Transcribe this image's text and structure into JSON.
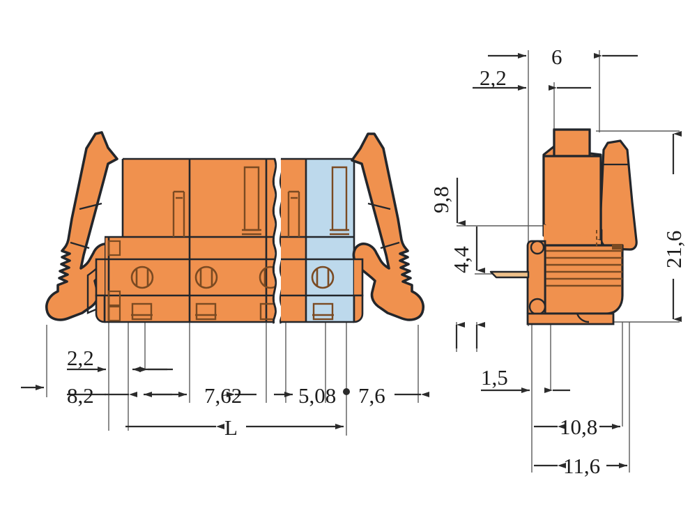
{
  "drawing": {
    "title": "WAGO connector technical dimension drawing",
    "colors": {
      "body_orange": "#F0914E",
      "body_orange_dark": "#E8833C",
      "highlight_blue": "#BDD9EC",
      "outline_dark": "#23262B",
      "outline_brown": "#7A4A22",
      "dimension_line": "#2B2B2B",
      "background": "#FFFFFF"
    },
    "views": {
      "front": {
        "name": "front-view",
        "label": ""
      },
      "side": {
        "name": "side-view",
        "label": ""
      }
    },
    "dimensions": {
      "front": [
        {
          "id": "d-2-2-left",
          "value": "2,2",
          "orientation": "horizontal"
        },
        {
          "id": "d-8-2",
          "value": "8,2",
          "orientation": "horizontal"
        },
        {
          "id": "d-7-62",
          "value": "7,62",
          "orientation": "horizontal"
        },
        {
          "id": "d-5-08",
          "value": "5,08",
          "orientation": "horizontal"
        },
        {
          "id": "d-7-6",
          "value": "7,6",
          "orientation": "horizontal"
        },
        {
          "id": "d-L",
          "value": "L",
          "orientation": "horizontal"
        }
      ],
      "side": [
        {
          "id": "d-2-2-top",
          "value": "2,2",
          "orientation": "horizontal"
        },
        {
          "id": "d-6",
          "value": "6",
          "orientation": "horizontal"
        },
        {
          "id": "d-9-8",
          "value": "9,8",
          "orientation": "vertical"
        },
        {
          "id": "d-4-4",
          "value": "4,4",
          "orientation": "vertical"
        },
        {
          "id": "d-21-6",
          "value": "21,6",
          "orientation": "vertical"
        },
        {
          "id": "d-1-5",
          "value": "1,5",
          "orientation": "horizontal"
        },
        {
          "id": "d-10-8",
          "value": "10,8",
          "orientation": "horizontal"
        },
        {
          "id": "d-11-6",
          "value": "11,6",
          "orientation": "horizontal"
        }
      ]
    }
  }
}
